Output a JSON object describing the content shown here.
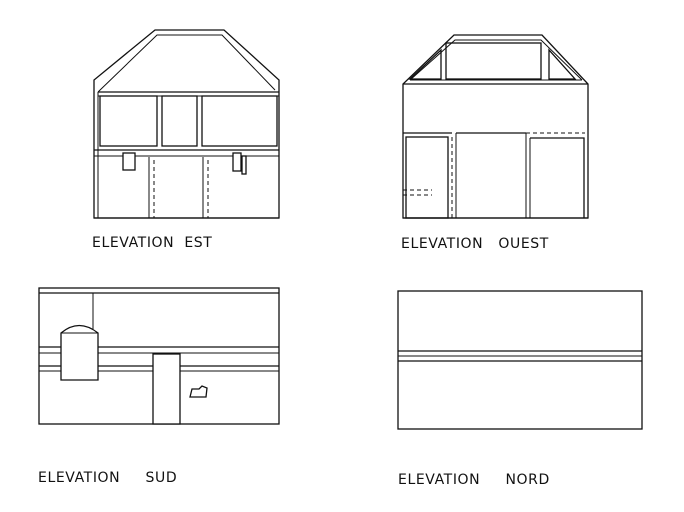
{
  "elevations": {
    "est": {
      "label": "ELEVATION  EST"
    },
    "ouest": {
      "label": "ELEVATION   OUEST"
    },
    "sud": {
      "label": "ELEVATION     SUD"
    },
    "nord": {
      "label": "ELEVATION     NORD"
    }
  }
}
